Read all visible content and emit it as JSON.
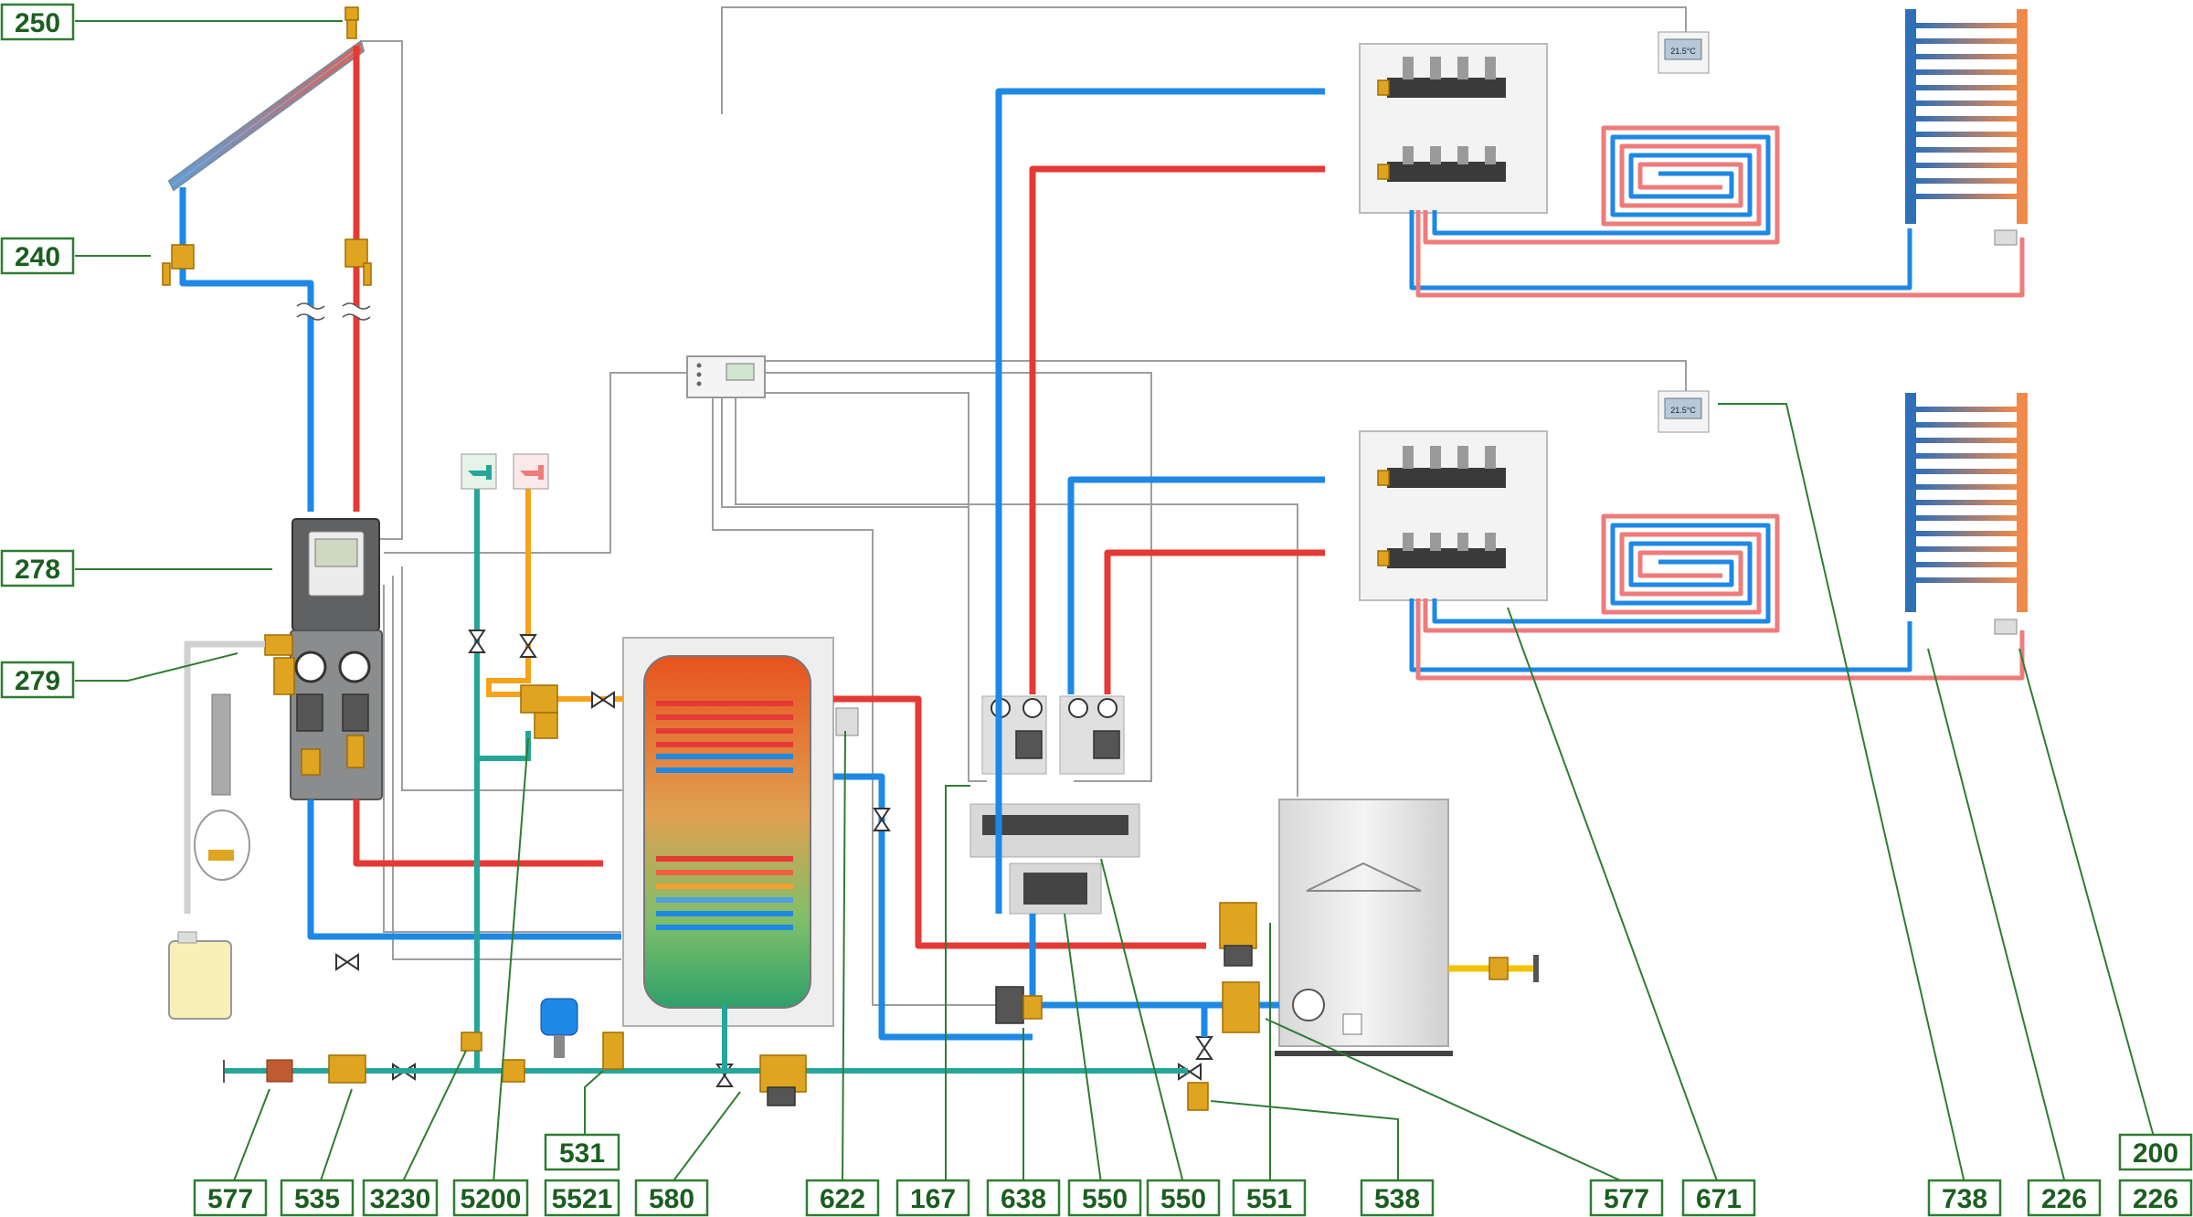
{
  "labels": {
    "l250": "250",
    "l240": "240",
    "l278": "278",
    "l279": "279",
    "l577a": "577",
    "l535": "535",
    "l3230": "3230",
    "l5200": "5200",
    "l531": "531",
    "l5521": "5521",
    "l580": "580",
    "l622": "622",
    "l167": "167",
    "l638": "638",
    "l550a": "550",
    "l550b": "550",
    "l551": "551",
    "l538": "538",
    "l577b": "577",
    "l671": "671",
    "l738": "738",
    "l226a": "226",
    "l200": "200",
    "l226b": "226"
  },
  "thermostats": {
    "top_display": "21.5°C",
    "bottom_display": "21.5°C"
  },
  "colors": {
    "label_border": "#2e7d32",
    "hot_pipe": "#e53935",
    "cold_pipe": "#1e88e5",
    "water_pipe": "#26a69a",
    "dhw_pipe": "#f6a21a",
    "gas_pipe": "#f2c200"
  }
}
